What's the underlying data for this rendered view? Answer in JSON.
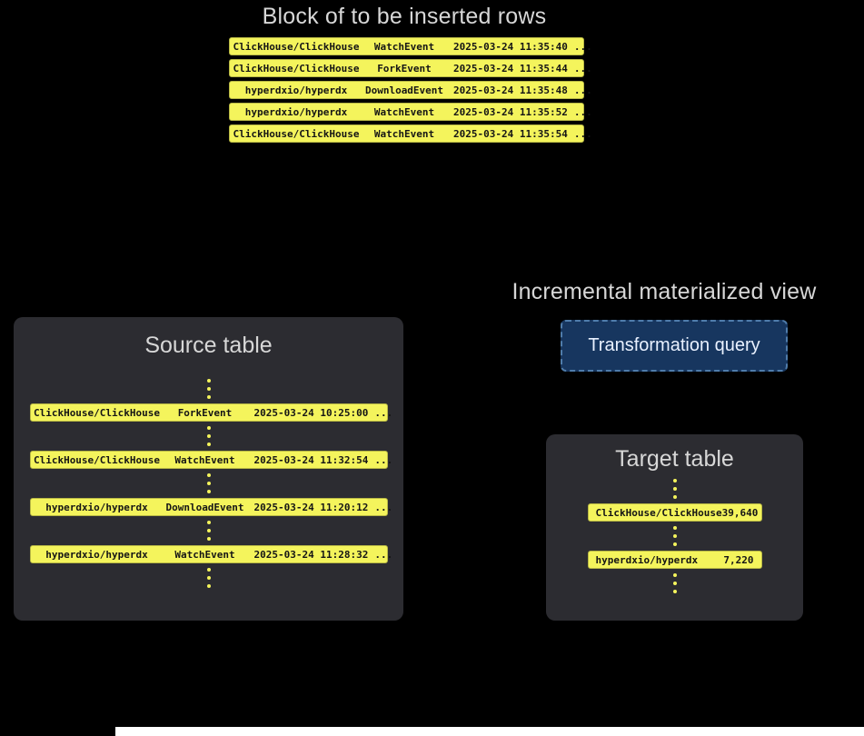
{
  "colors": {
    "background": "#000000",
    "panel": "#2c2c31",
    "row_yellow": "#f4f45c",
    "row_border": "#b8b845",
    "row_text": "#151515",
    "title_text": "#d7d7d7",
    "button_bg": "#17365f",
    "button_border": "#4f7cab",
    "button_text": "#e9f1ff"
  },
  "insert_block": {
    "title": "Block of to be inserted rows",
    "rows": [
      {
        "repo": "ClickHouse/ClickHouse",
        "event": "WatchEvent",
        "timestamp": "2025-03-24 11:35:40",
        "more": "..."
      },
      {
        "repo": "ClickHouse/ClickHouse",
        "event": "ForkEvent",
        "timestamp": "2025-03-24 11:35:44",
        "more": "..."
      },
      {
        "repo": "hyperdxio/hyperdx",
        "event": "DownloadEvent",
        "timestamp": "2025-03-24 11:35:48",
        "more": "..."
      },
      {
        "repo": "hyperdxio/hyperdx",
        "event": "WatchEvent",
        "timestamp": "2025-03-24 11:35:52",
        "more": "..."
      },
      {
        "repo": "ClickHouse/ClickHouse",
        "event": "WatchEvent",
        "timestamp": "2025-03-24 11:35:54",
        "more": "..."
      }
    ]
  },
  "materialized_view": {
    "title": "Incremental materialized view",
    "button_label": "Transformation query"
  },
  "source_table": {
    "title": "Source table",
    "rows": [
      {
        "repo": "ClickHouse/ClickHouse",
        "event": "ForkEvent",
        "timestamp": "2025-03-24 10:25:00",
        "more": "..."
      },
      {
        "repo": "ClickHouse/ClickHouse",
        "event": "WatchEvent",
        "timestamp": "2025-03-24 11:32:54",
        "more": "..."
      },
      {
        "repo": "hyperdxio/hyperdx",
        "event": "DownloadEvent",
        "timestamp": "2025-03-24 11:20:12",
        "more": "..."
      },
      {
        "repo": "hyperdxio/hyperdx",
        "event": "WatchEvent",
        "timestamp": "2025-03-24 11:28:32",
        "more": "..."
      }
    ]
  },
  "target_table": {
    "title": "Target table",
    "rows": [
      {
        "repo": "ClickHouse/ClickHouse",
        "count": "39,640"
      },
      {
        "repo": "hyperdxio/hyperdx",
        "count": "7,220"
      }
    ]
  }
}
